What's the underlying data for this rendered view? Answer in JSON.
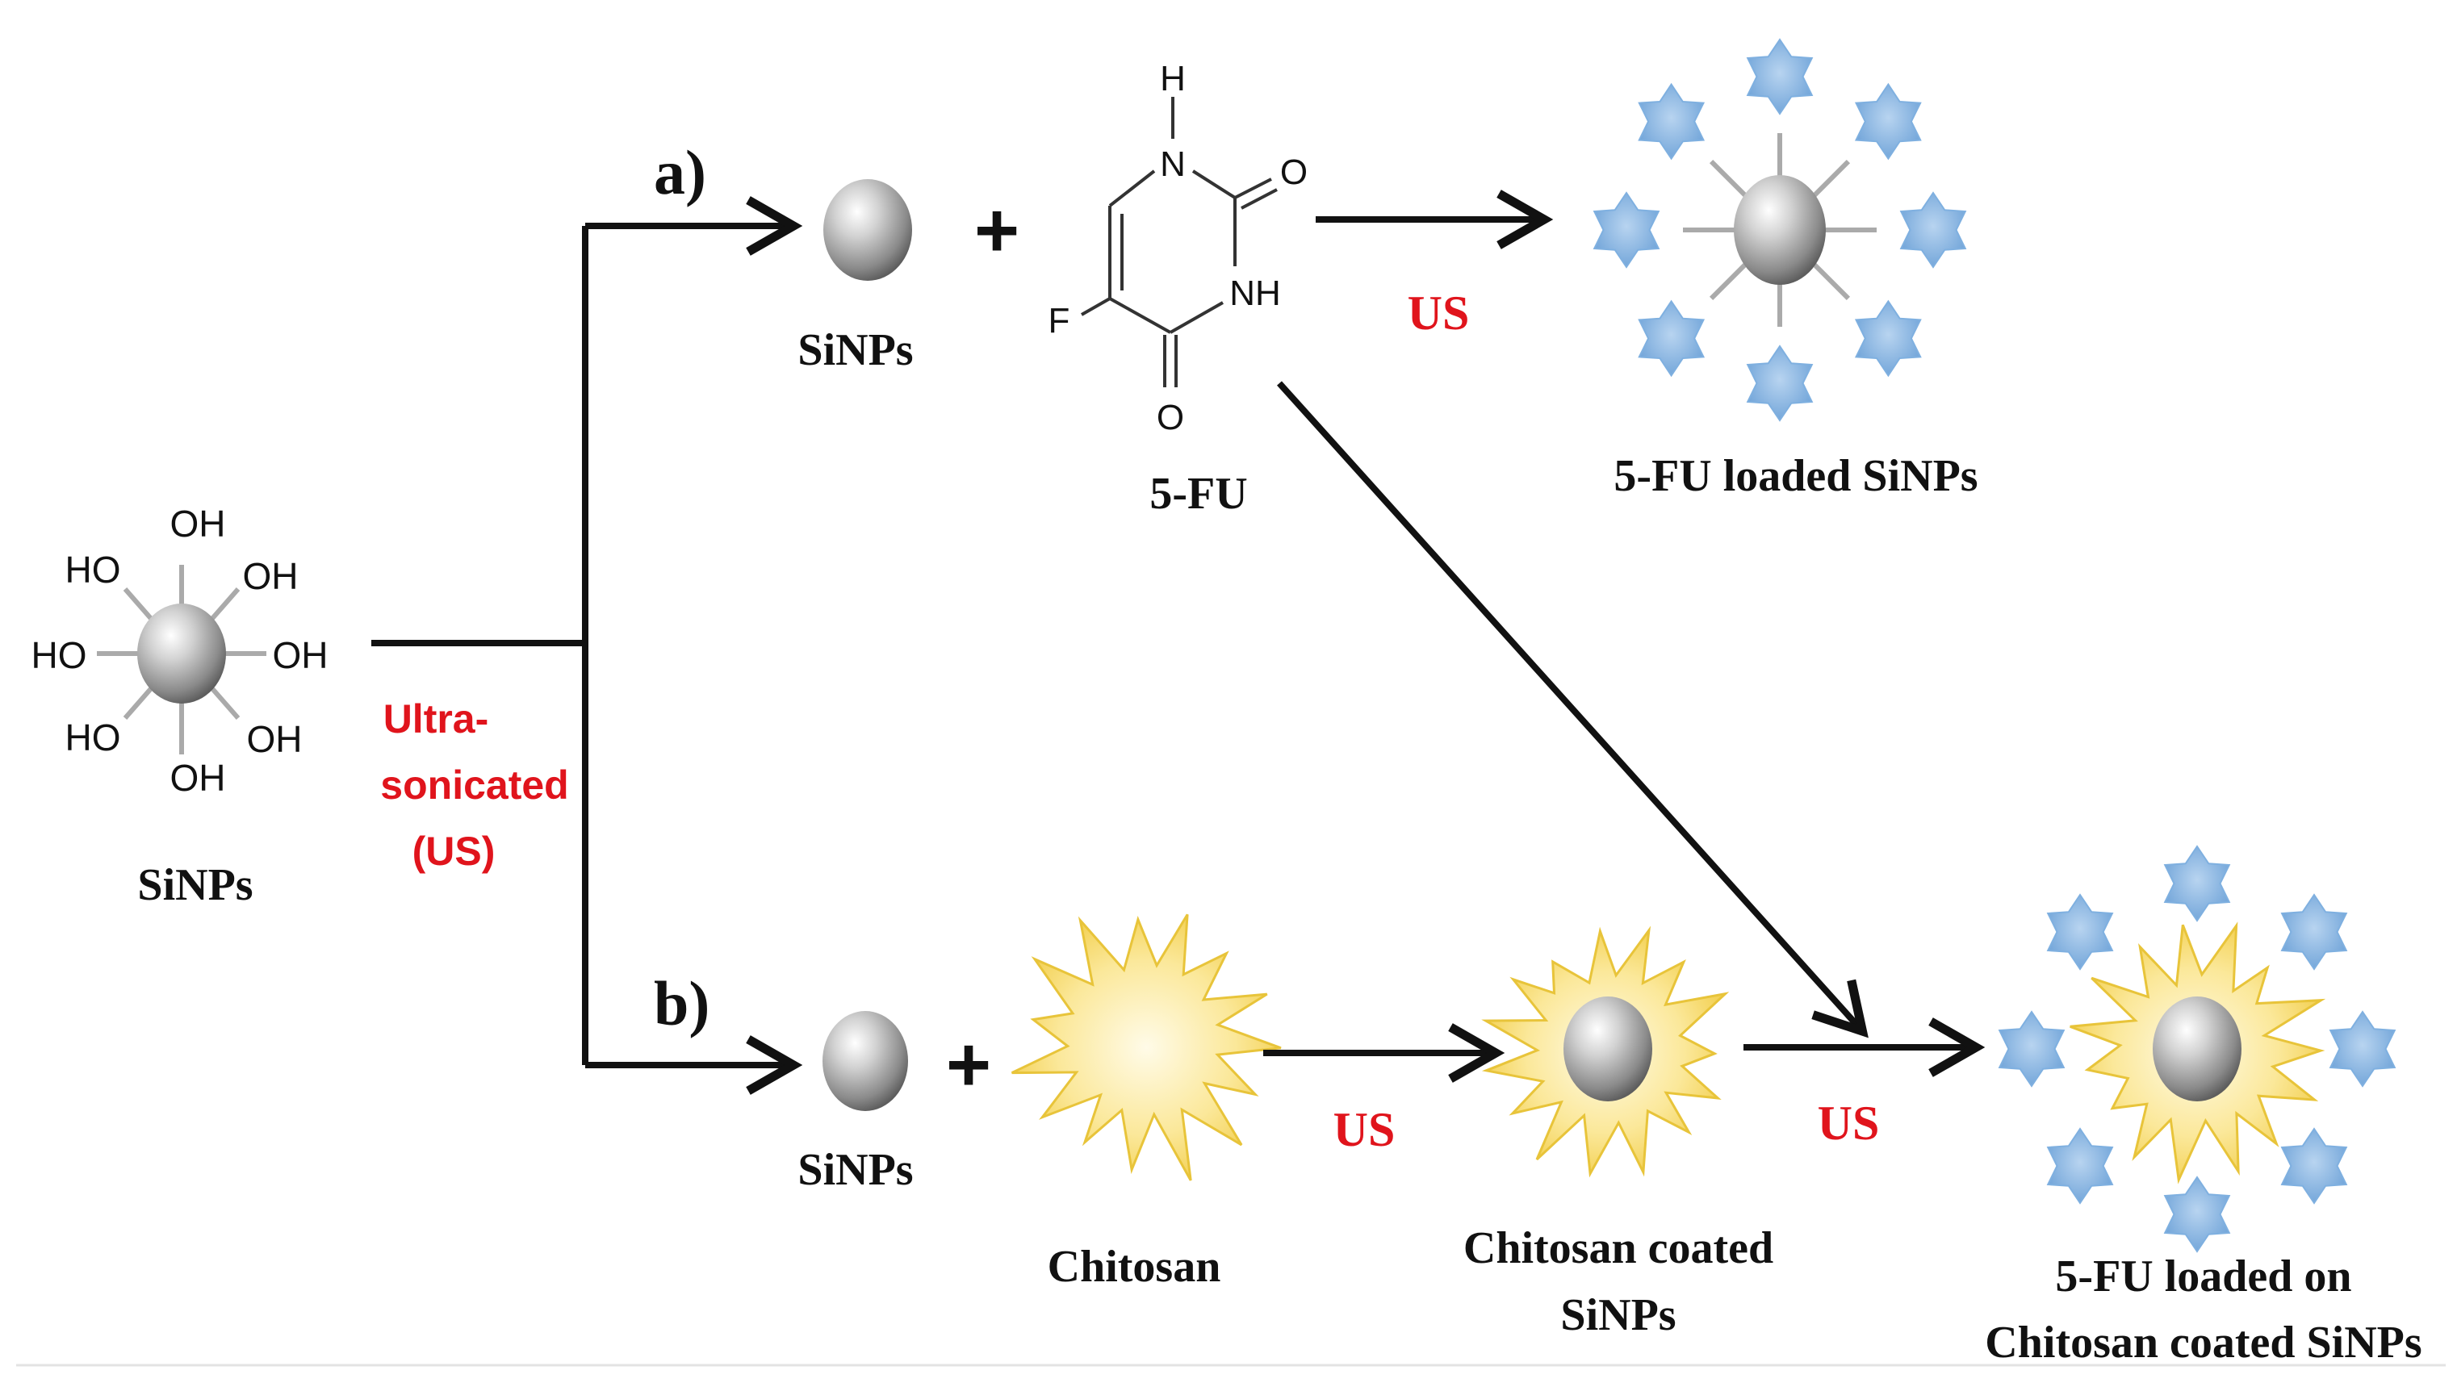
{
  "diagram": {
    "start": {
      "label": "SiNPs",
      "groups": [
        "OH",
        "HO",
        "OH",
        "HO",
        "OH",
        "HO",
        "OH",
        "OH"
      ]
    },
    "process": {
      "lines": [
        "Ultra-",
        "sonicated",
        "(US)"
      ]
    },
    "route_a": {
      "step": "a)",
      "nanoparticle_label": "SiNPs",
      "plus": "+",
      "drug": {
        "label": "5-FU",
        "atoms": {
          "h": "H",
          "n1": "N",
          "o1": "O",
          "nh": "NH",
          "o2": "O",
          "f": "F"
        }
      },
      "arrow_label": "US",
      "product_label": "5-FU loaded SiNPs"
    },
    "route_b": {
      "step": "b)",
      "nanoparticle_label": "SiNPs",
      "plus": "+",
      "polymer_label": "Chitosan",
      "arrow1_label": "US",
      "intermediate_label": [
        "Chitosan coated",
        "SiNPs"
      ],
      "arrow2_label": "US",
      "product_label": [
        "5-FU loaded on",
        "Chitosan coated SiNPs"
      ]
    },
    "colors": {
      "red": "#e0141c",
      "star": "#8db8e4",
      "burst": "#f6dc6a",
      "sphere": "#9a9a9a"
    }
  }
}
